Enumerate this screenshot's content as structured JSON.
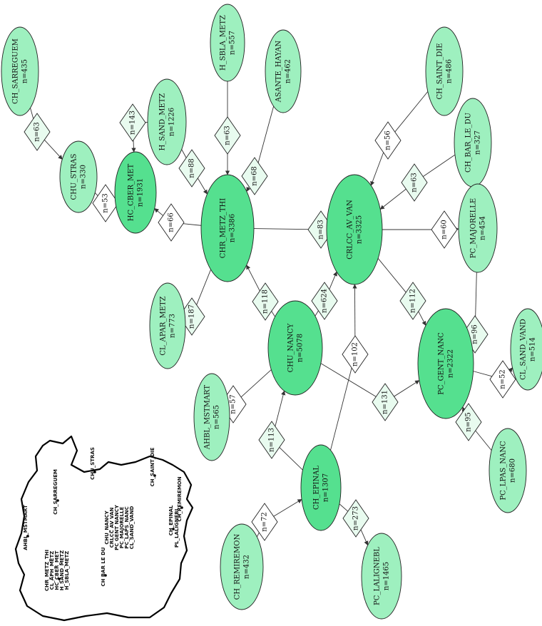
{
  "colors": {
    "hospital_light": "#9ef0bf",
    "hospital_dark": "#55e08f",
    "flow_diamond": "#e8fbef",
    "flow_diamond_white": "#ffffff",
    "edge": "#333333",
    "stroke": "#222222"
  },
  "hospitals": [
    {
      "id": "CH_SARREGUEM",
      "label": "CH_SARREGUEM",
      "n": "n=435",
      "dark": false
    },
    {
      "id": "H_SBLA_METZ",
      "label": "H_SBLA_METZ",
      "n": "n=557",
      "dark": false
    },
    {
      "id": "ASANTE_HAYAN",
      "label": "ASANTE_HAYAN",
      "n": "n=462",
      "dark": false
    },
    {
      "id": "CH_SAINT_DIE",
      "label": "CH_SAINT_DIE",
      "n": "n=486",
      "dark": false
    },
    {
      "id": "H_SAND_METZ",
      "label": "H_SAND_METZ",
      "n": "n=1226",
      "dark": false
    },
    {
      "id": "CH_BAR_LE_DU",
      "label": "CH_BAR_LE_DU",
      "n": "n=327",
      "dark": false
    },
    {
      "id": "CHU_STRAS",
      "label": "CHU_STRAS",
      "n": "n=330",
      "dark": false
    },
    {
      "id": "HC_CBER_MET",
      "label": "HC_CBER_MET",
      "n": "n=1931",
      "dark": true
    },
    {
      "id": "CHR_METZ_THI",
      "label": "CHR_METZ_THI",
      "n": "n=3386",
      "dark": true
    },
    {
      "id": "CRLCC_AV_VAN",
      "label": "CRLCC_AV_VAN",
      "n": "n=3325",
      "dark": true
    },
    {
      "id": "PC_MAJORELLE",
      "label": "PC_MAJORELLE",
      "n": "n=454",
      "dark": false
    },
    {
      "id": "CL_APAR_METZ",
      "label": "CL_APAR_METZ",
      "n": "n=773",
      "dark": false
    },
    {
      "id": "CHU_NANCY",
      "label": "CHU_NANCY",
      "n": "n=5078",
      "dark": true
    },
    {
      "id": "PC_GENT_NANC",
      "label": "PC_GENT_NANC",
      "n": "n=2322",
      "dark": true
    },
    {
      "id": "CL_SAND_VAND",
      "label": "CL_SAND_VAND",
      "n": "n=514",
      "dark": false
    },
    {
      "id": "AHBL_MSTMART",
      "label": "AHBL_MSTMART",
      "n": "n=565",
      "dark": false
    },
    {
      "id": "CH_EPINAL",
      "label": "CH_EPINAL",
      "n": "n=1307",
      "dark": true
    },
    {
      "id": "PC_LPAS_NANC",
      "label": "PC_LPAS_NANC",
      "n": "n=680",
      "dark": false
    },
    {
      "id": "CH_REMIREMON",
      "label": "CH_REMIREMON",
      "n": "n=432",
      "dark": false
    },
    {
      "id": "PC_LALIGNEBL",
      "label": "PC_LALIGNEBL",
      "n": "n=1465",
      "dark": false
    }
  ],
  "flows": [
    {
      "label": "n=63",
      "from": "CH_SARREGUEM",
      "to": "CHU_STRAS",
      "white": false
    },
    {
      "label": "n=53",
      "from": "CHU_STRAS",
      "to": "HC_CBER_MET",
      "white": true
    },
    {
      "label": "n=143",
      "from": "H_SAND_METZ",
      "to": "HC_CBER_MET",
      "white": false
    },
    {
      "label": "n=63",
      "from": "H_SBLA_METZ",
      "to": "CHR_METZ_THI",
      "white": false
    },
    {
      "label": "n=88",
      "from": "H_SAND_METZ",
      "to": "CHR_METZ_THI",
      "white": false
    },
    {
      "label": "n=68",
      "from": "ASANTE_HAYAN",
      "to": "CHR_METZ_THI",
      "white": false
    },
    {
      "label": "n=66",
      "from": "CHR_METZ_THI",
      "to": "HC_CBER_MET",
      "white": true
    },
    {
      "label": "n=187",
      "from": "CHR_METZ_THI",
      "to": "CL_APAR_METZ",
      "white": false
    },
    {
      "label": "n=118",
      "from": "CHU_NANCY",
      "to": "CHR_METZ_THI",
      "white": false
    },
    {
      "label": "n=83",
      "from": "CHR_METZ_THI",
      "to": "CRLCC_AV_VAN",
      "white": false
    },
    {
      "label": "n=56",
      "from": "CH_SAINT_DIE",
      "to": "CRLCC_AV_VAN",
      "white": true
    },
    {
      "label": "n=63",
      "from": "CH_BAR_LE_DU",
      "to": "CRLCC_AV_VAN",
      "white": false
    },
    {
      "label": "n=60",
      "from": "CRLCC_AV_VAN",
      "to": "PC_MAJORELLE",
      "white": true
    },
    {
      "label": "n=624",
      "from": "CHU_NANCY",
      "to": "CRLCC_AV_VAN",
      "white": false
    },
    {
      "label": "n=112",
      "from": "CRLCC_AV_VAN",
      "to": "PC_GENT_NANC",
      "white": false
    },
    {
      "label": "n=102",
      "from": "CH_EPINAL",
      "to": "CRLCC_AV_VAN",
      "white": true
    },
    {
      "label": "n=96",
      "from": "PC_MAJORELLE",
      "to": "PC_GENT_NANC",
      "white": false
    },
    {
      "label": "n=52",
      "from": "PC_GENT_NANC",
      "to": "CL_SAND_VAND",
      "white": true
    },
    {
      "label": "n=131",
      "from": "CHU_NANCY",
      "to": "PC_GENT_NANC",
      "white": false
    },
    {
      "label": "n=95",
      "from": "PC_LPAS_NANC",
      "to": "PC_GENT_NANC",
      "white": false
    },
    {
      "label": "n=57",
      "from": "CHU_NANCY",
      "to": "AHBL_MSTMART",
      "white": true
    },
    {
      "label": "n=113",
      "from": "CH_EPINAL",
      "to": "CHU_NANCY",
      "white": false
    },
    {
      "label": "n=72",
      "from": "CH_REMIREMON",
      "to": "CH_EPINAL",
      "white": true
    },
    {
      "label": "n=273",
      "from": "CH_EPINAL",
      "to": "PC_LALIGNEBL",
      "white": false
    }
  ],
  "map": {
    "labels": [
      {
        "id": "ahbl",
        "text": "AHBL_MSTMART",
        "dot": true
      },
      {
        "id": "sarreguem",
        "text": "CH_SARREGUEM",
        "dot": true
      },
      {
        "id": "stras",
        "text": "CHU_STRAS",
        "dot": true
      },
      {
        "id": "saintdie",
        "text": "CH_SAINT_DIE",
        "dot": true
      },
      {
        "id": "remiremon",
        "text": "CH_REMIREMON",
        "dot": true
      },
      {
        "id": "epinal",
        "text": "CH_EPINAL",
        "dot": true
      },
      {
        "id": "laligne",
        "text": "PL_LALIGNEBL",
        "dot": false
      },
      {
        "id": "bar",
        "text": "CH BAR LE DU",
        "dot": true
      },
      {
        "id": "n1",
        "text": "CHU_NANCY",
        "dot": false
      },
      {
        "id": "n2",
        "text": "CRLCC AV VAN",
        "dot": false
      },
      {
        "id": "n3",
        "text": "PC GENT NANCY",
        "dot": false
      },
      {
        "id": "n4",
        "text": "PC_MAJORELLE",
        "dot": false
      },
      {
        "id": "n5",
        "text": "PC_LAPS_NANC",
        "dot": false
      },
      {
        "id": "n6",
        "text": "CL_SAND_VAND",
        "dot": false
      },
      {
        "id": "m1",
        "text": "CHR_METZ_THI",
        "dot": false
      },
      {
        "id": "m2",
        "text": "CL_APH_METZ",
        "dot": false
      },
      {
        "id": "m3",
        "text": "HC_CBER_MET",
        "dot": true
      },
      {
        "id": "m4",
        "text": "H_SAND_METZ",
        "dot": false
      },
      {
        "id": "m5",
        "text": "H_SBLA_METZ",
        "dot": false
      }
    ]
  }
}
